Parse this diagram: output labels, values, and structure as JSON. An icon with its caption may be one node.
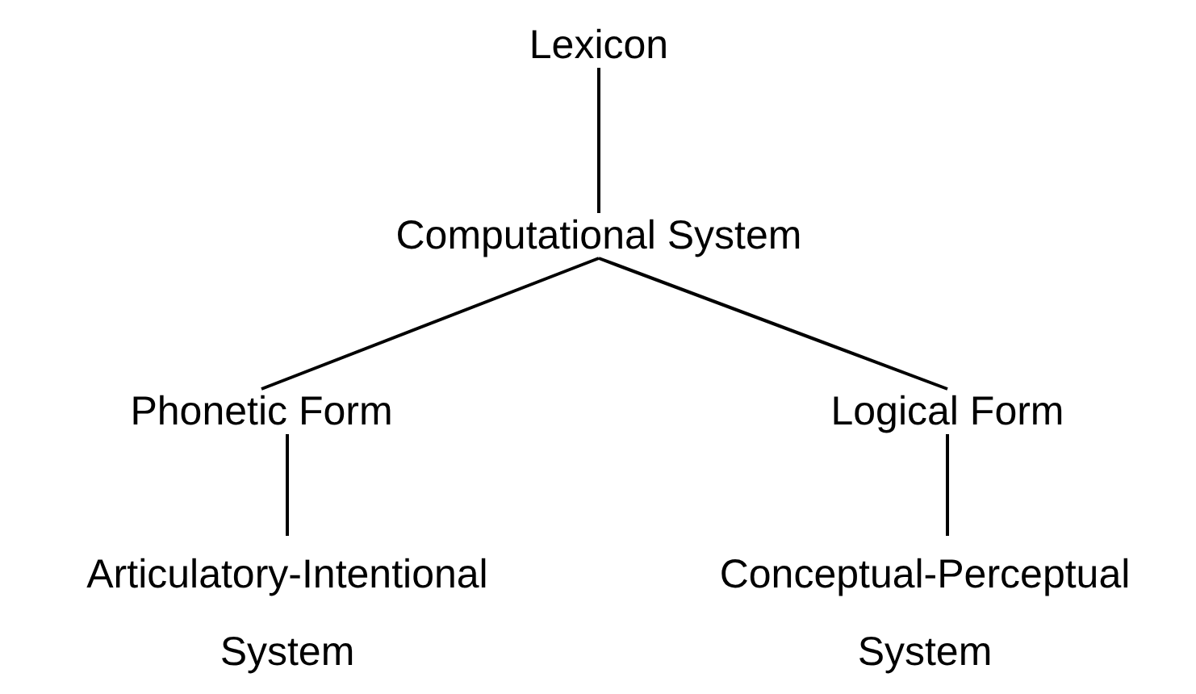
{
  "diagram": {
    "nodes": [
      {
        "text": [
          "Lexicon"
        ]
      },
      {
        "text": [
          "Computational System"
        ]
      },
      {
        "text": [
          "Phonetic Form"
        ]
      },
      {
        "text": [
          "Logical Form"
        ]
      },
      {
        "text": [
          "Articulatory-Intentional System"
        ]
      },
      {
        "text": [
          "Conceptual-Perceptual System"
        ]
      }
    ],
    "edges": [
      {
        "from": 0,
        "to": 1,
        "arrow": "none"
      },
      {
        "from": 1,
        "to": 2,
        "arrow": "none"
      },
      {
        "from": 1,
        "to": 3,
        "arrow": "none"
      },
      {
        "from": 2,
        "to": 4,
        "arrow": "none"
      },
      {
        "from": 3,
        "to": 5,
        "arrow": "none"
      }
    ]
  }
}
